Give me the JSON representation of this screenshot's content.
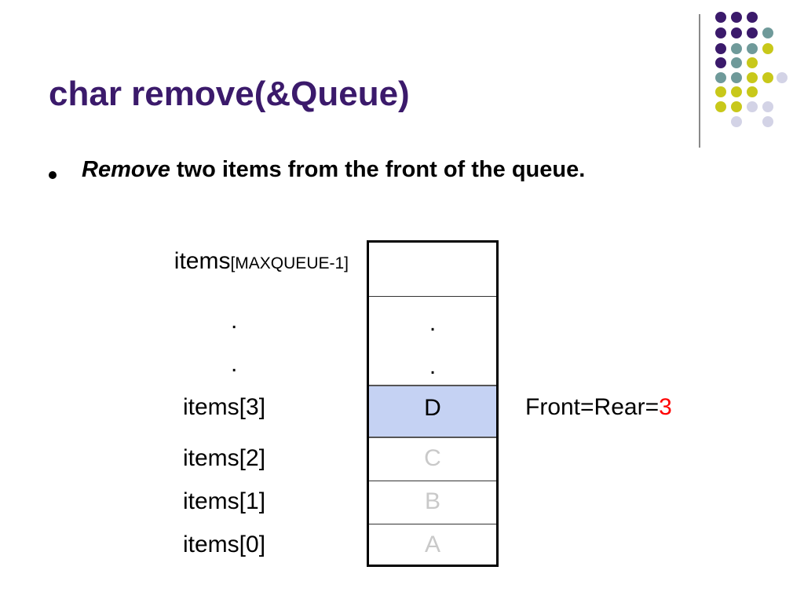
{
  "slide": {
    "title": "char remove(&Queue)",
    "bullet": {
      "emphasis": "Remove",
      "rest": " two items from the front of the queue."
    }
  },
  "queue": {
    "labels": {
      "top_prefix": "items",
      "top_suffix": "[MAXQUEUE-1]",
      "dot1": ".",
      "dot2": ".",
      "item3": "items[3]",
      "item2": "items[2]",
      "item1": "items[1]",
      "item0": "items[0]"
    },
    "cells": {
      "top": "",
      "dot1": ".",
      "dot2": ".",
      "item3": "D",
      "item2": "C",
      "item1": "B",
      "item0": "A"
    },
    "front_rear": {
      "label": "Front=Rear=",
      "value": "3"
    }
  },
  "colors": {
    "title": "#3b1a6b",
    "highlight_cell": "#c5d2f3",
    "removed_text": "#c9c9c9",
    "pointer_value": "#ff0000",
    "decor_purple": "#3b1a6b",
    "decor_teal": "#6f9a9a",
    "decor_yellow": "#c8c81a",
    "decor_lavender": "#d3d3e6"
  }
}
